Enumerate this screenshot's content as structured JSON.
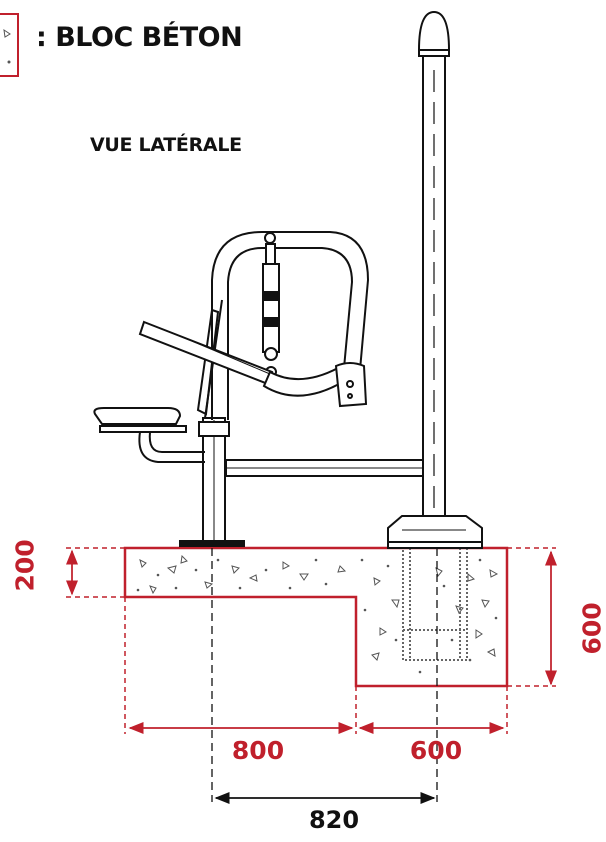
{
  "legend": {
    "text": ": BLOC BÉTON",
    "swatch_color": "#c0202c"
  },
  "view_title": "VUE LATÉRALE",
  "dimensions": {
    "depth_left": "200",
    "depth_right": "600",
    "width_left": "800",
    "width_right": "600",
    "post_spacing": "820"
  },
  "colors": {
    "concrete_outline": "#c0202c",
    "drawing": "#111111"
  }
}
